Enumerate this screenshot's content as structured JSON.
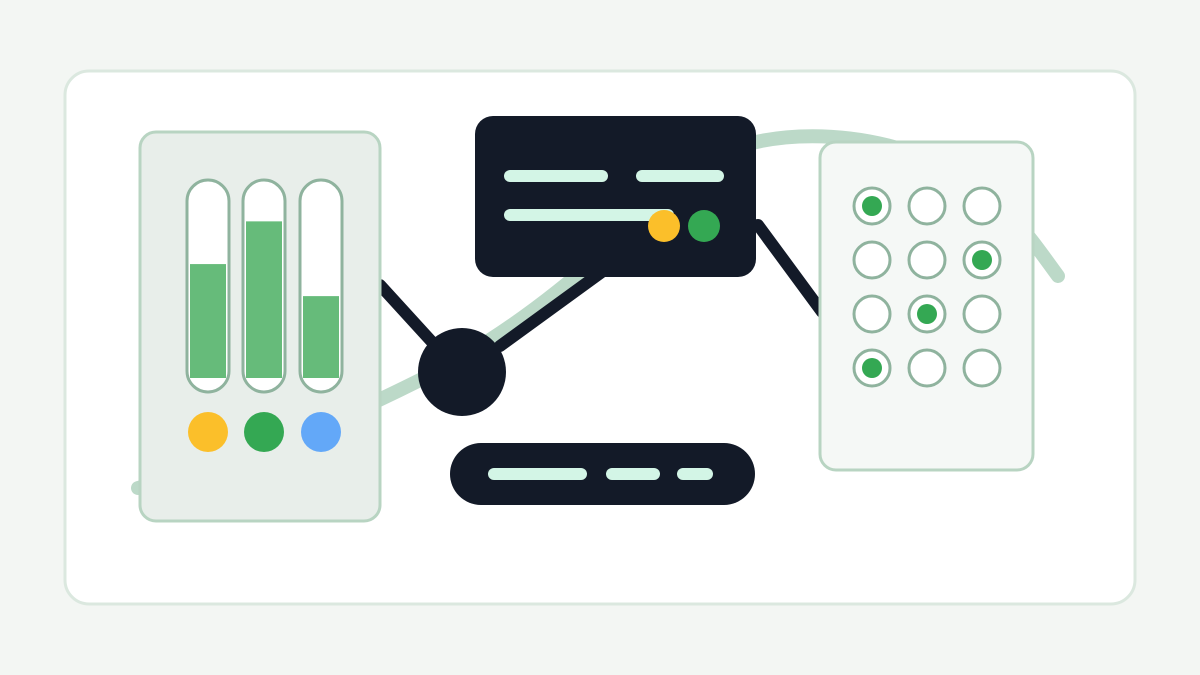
{
  "colors": {
    "page_background": "#f3f6f3",
    "card_background": "#ffffff",
    "card_border": "#dbe8df",
    "connector_light": "#bcd9c8",
    "dark": "#131a28",
    "panel_fill": "#e8eeea",
    "panel_border": "#b8d4c2",
    "grid_panel_fill": "#f5f8f6",
    "ring_stroke": "#8fb39e",
    "green": "#34a853",
    "bar_fill": "#66bb7a",
    "yellow": "#fbbf2a",
    "blue": "#63a8f8",
    "mint_line": "#d3f5e6"
  },
  "level_panel": {
    "levels": [
      0.64,
      0.88,
      0.46
    ],
    "indicator_colors": [
      "yellow",
      "green",
      "blue"
    ]
  },
  "toggle_grid": {
    "rows": 4,
    "cols": 3,
    "selected": [
      [
        true,
        false,
        false
      ],
      [
        false,
        false,
        true
      ],
      [
        false,
        true,
        false
      ],
      [
        true,
        false,
        false
      ]
    ]
  },
  "status_card": {
    "indicator_colors": [
      "yellow",
      "green"
    ]
  },
  "hub": {
    "icon": "hub-node-icon"
  }
}
